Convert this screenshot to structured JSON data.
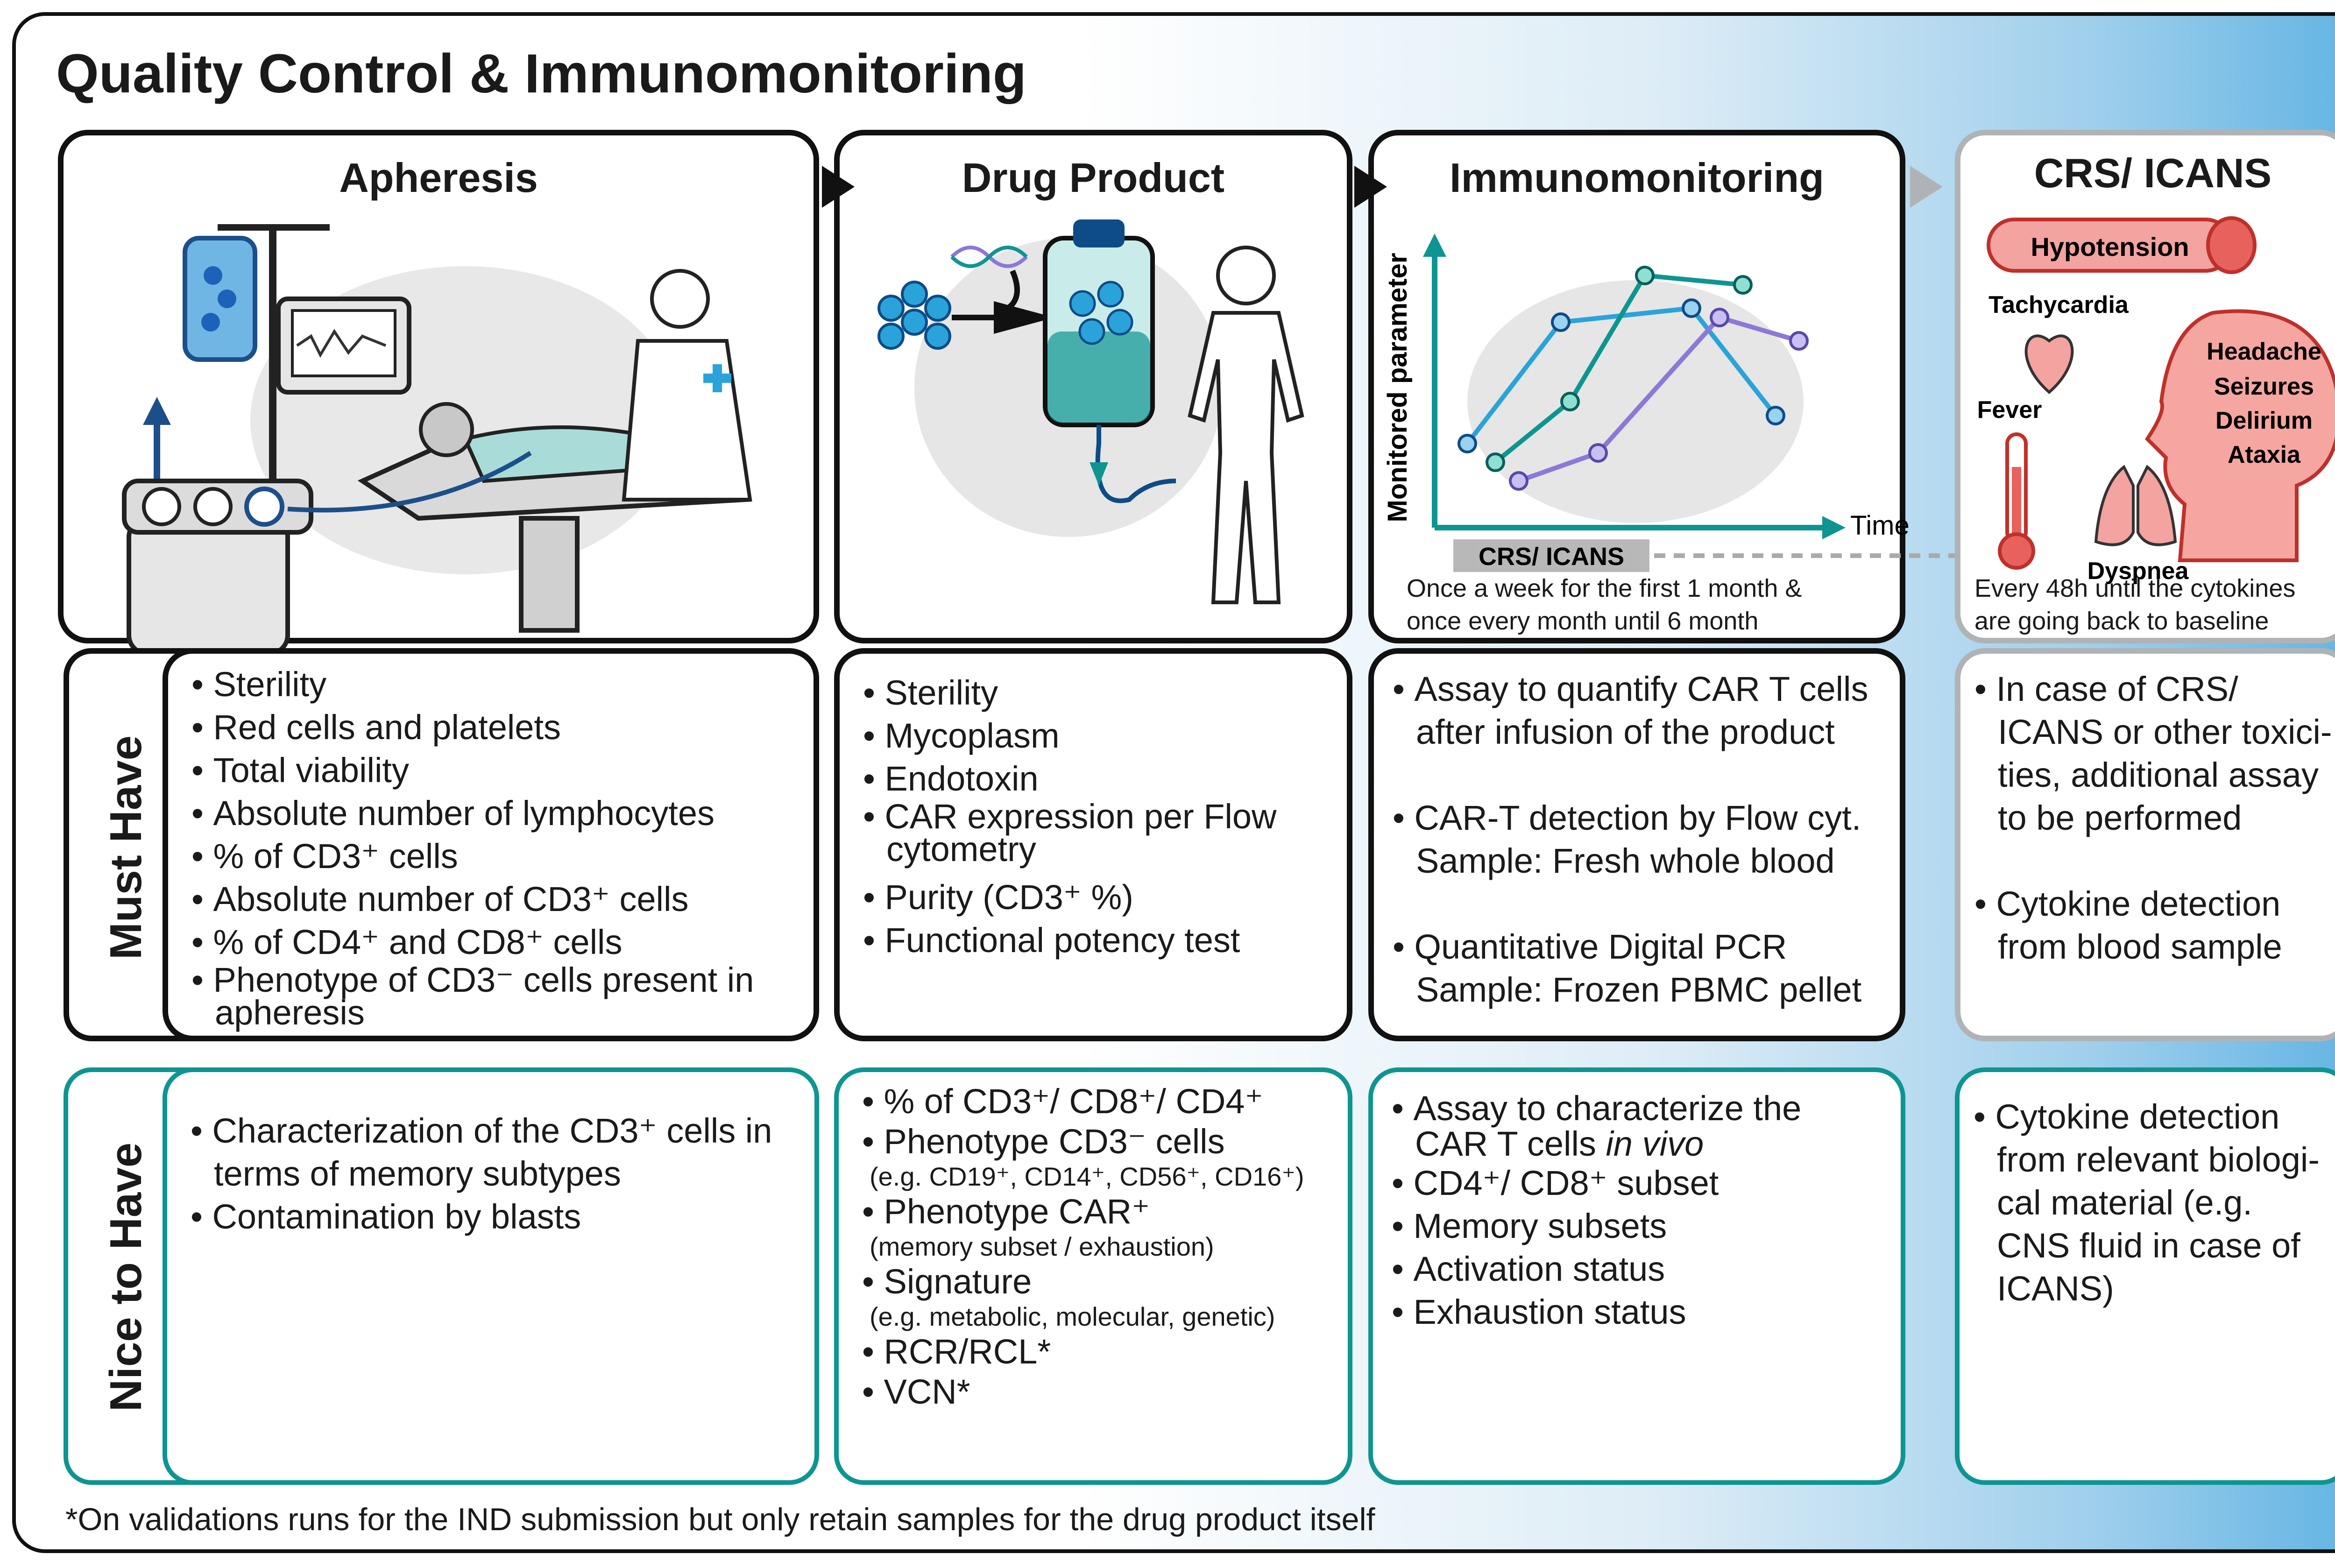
{
  "title": "Quality Control & Immunomonitoring",
  "columns": [
    {
      "heading": "Apheresis"
    },
    {
      "heading": "Drug Product"
    },
    {
      "heading": "Immunomonitoring",
      "chart": {
        "ylabel": "Monitored parameter",
        "xlabel": "Time",
        "bar_label": "CRS/ ICANS"
      },
      "note": [
        "Once a week for the first 1 month &",
        "once every month until 6 month"
      ]
    },
    {
      "heading": "CRS/ ICANS",
      "symptoms": {
        "hypotension": "Hypotension",
        "tachycardia": "Tachycardia",
        "fever": "Fever",
        "dyspnea": "Dyspnea",
        "headache": "Headache",
        "seizures": "Seizures",
        "delirium": "Delirium",
        "ataxia": "Ataxia"
      },
      "note": [
        "Every 48h until the cytokines",
        "are going back to baseline"
      ]
    }
  ],
  "rows": {
    "must_have": "Must Have",
    "nice_to_have": "Nice to Have"
  },
  "must_have": {
    "apheresis": [
      "Sterility",
      "Red cells and platelets",
      "Total viability",
      "Absolute number of lymphocytes",
      "% of CD3⁺ cells",
      "Absolute number of CD3⁺ cells",
      "% of CD4⁺ and CD8⁺ cells",
      "Phenotype of CD3⁻ cells present in apheresis"
    ],
    "drug_product": [
      "Sterility",
      "Mycoplasm",
      "Endotoxin",
      "CAR expression per Flow cytometry",
      "Purity (CD3⁺ %)",
      "Functional potency test"
    ],
    "immunomonitoring": {
      "a": [
        "Assay to quantify CAR T cells",
        "after infusion of the product"
      ],
      "b": [
        "CAR-T detection by Flow cyt.",
        "Sample: Fresh whole blood"
      ],
      "c": [
        "Quantitative Digital PCR",
        "Sample: Frozen PBMC pellet"
      ]
    },
    "crs": {
      "a": [
        "In case of CRS/",
        "ICANS or other toxici-",
        "ties, additional assay",
        "to be performed"
      ],
      "b": [
        "Cytokine detection",
        "from blood sample"
      ]
    }
  },
  "nice_to_have": {
    "apheresis": [
      "Characterization of the CD3⁺ cells in terms of memory subtypes",
      "Contamination by blasts"
    ],
    "drug_product": [
      {
        "text": "% of CD3⁺/ CD8⁺/ CD4⁺"
      },
      {
        "text": "Phenotype CD3⁻ cells",
        "sub": "(e.g. CD19⁺, CD14⁺, CD56⁺, CD16⁺)"
      },
      {
        "text": "Phenotype CAR⁺",
        "sub": "(memory subset / exhaustion)"
      },
      {
        "text": "Signature",
        "sub": "(e.g. metabolic, molecular, genetic)"
      },
      {
        "text": "RCR/RCL*"
      },
      {
        "text": "VCN*"
      }
    ],
    "immunomonitoring": {
      "first_a": "Assay to characterize the",
      "first_b": "CAR  T cells ",
      "first_italic": "in vivo",
      "rest": [
        "CD4⁺/ CD8⁺ subset",
        "Memory subsets",
        "Activation status",
        "Exhaustion status"
      ]
    },
    "crs": [
      "Cytokine detection",
      "from relevant biologi-",
      "cal material (e.g.",
      "CNS fluid in case of",
      "ICANS)"
    ]
  },
  "footnote": "*On validations runs for the IND submission but only retain samples for the drug product itself",
  "colors": {
    "teal": "#0e9591",
    "blue": "#2aa3da",
    "purple": "#8c78d8",
    "red": "#d9534f",
    "border": "#111111"
  }
}
